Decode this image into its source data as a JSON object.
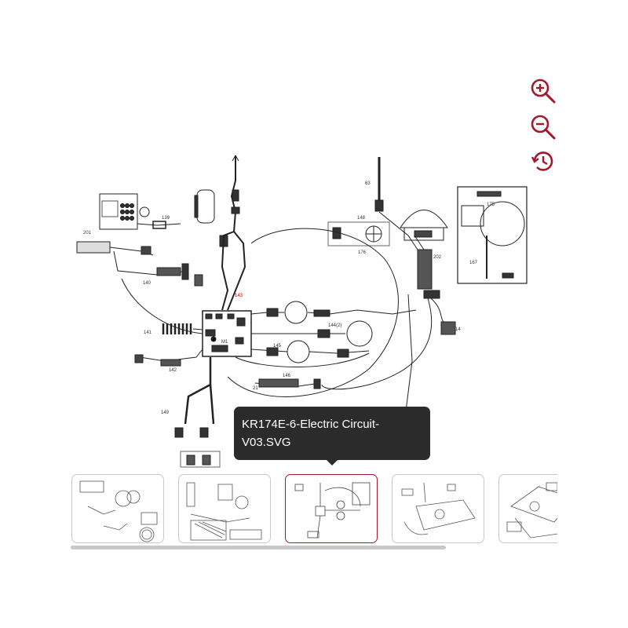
{
  "colors": {
    "accent": "#a3192a",
    "tooltip_bg": "#2b2b2b",
    "tooltip_text": "#ffffff",
    "thumb_border": "#c9c9c9"
  },
  "toolbar": {
    "zoom_in_icon": "zoom-in-icon",
    "zoom_out_icon": "zoom-out-icon",
    "reset_icon": "history-reset-icon"
  },
  "diagram": {
    "labels": {
      "p63": "63",
      "p139": "139",
      "p140": "140",
      "p141": "141",
      "p142": "142",
      "p143": "143",
      "p144": "144(2)",
      "p145": "145",
      "p146": "146",
      "p148": "148",
      "p149": "149",
      "p167": "167",
      "p175": "175",
      "p176": "176",
      "p201": "201",
      "p202": "202",
      "p14": "14",
      "p21": "21",
      "m1": "M1"
    }
  },
  "tooltip": {
    "text": "KR174E-6-Electric Circuit-V03.SVG"
  },
  "thumbnails": [
    {
      "name": "thumb-1"
    },
    {
      "name": "thumb-2"
    },
    {
      "name": "thumb-3-active"
    },
    {
      "name": "thumb-4"
    },
    {
      "name": "thumb-5"
    }
  ]
}
